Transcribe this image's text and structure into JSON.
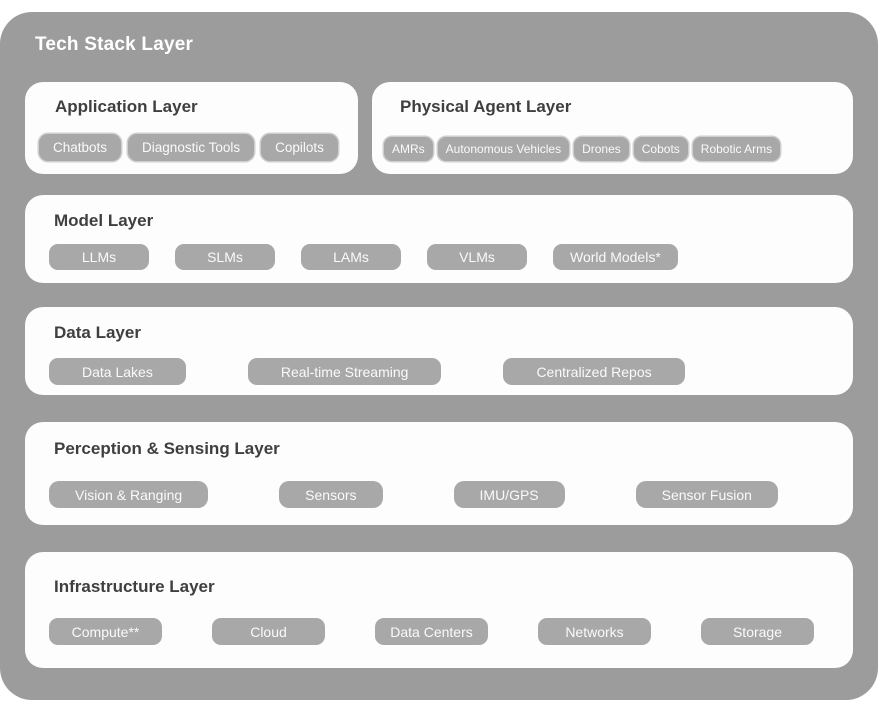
{
  "diagram": {
    "title": "Tech Stack Layer"
  },
  "colors": {
    "frame_gray": "#9c9c9c",
    "pill_gray": "#a8a8a8",
    "card_white": "#fdfdfd",
    "heading_text": "#3f3f3f",
    "pill_text": "#fafafa",
    "title_text": "#ffffff"
  },
  "layers": [
    {
      "id": "application",
      "title": "Application Layer",
      "pills": [
        "Chatbots",
        "Diagnostic Tools",
        "Copilots"
      ]
    },
    {
      "id": "physical-agent",
      "title": "Physical Agent Layer",
      "pills": [
        "AMRs",
        "Autonomous Vehicles",
        "Drones",
        "Cobots",
        "Robotic Arms"
      ]
    },
    {
      "id": "model",
      "title": "Model Layer",
      "pills": [
        "LLMs",
        "SLMs",
        "LAMs",
        "VLMs",
        "World Models*"
      ]
    },
    {
      "id": "data",
      "title": "Data Layer",
      "pills": [
        "Data Lakes",
        "Real-time Streaming",
        "Centralized Repos"
      ]
    },
    {
      "id": "perception-sensing",
      "title": "Perception & Sensing Layer",
      "pills": [
        "Vision & Ranging",
        "Sensors",
        "IMU/GPS",
        "Sensor Fusion"
      ]
    },
    {
      "id": "infrastructure",
      "title": "Infrastructure Layer",
      "pills": [
        "Compute**",
        "Cloud",
        "Data Centers",
        "Networks",
        "Storage"
      ]
    }
  ]
}
